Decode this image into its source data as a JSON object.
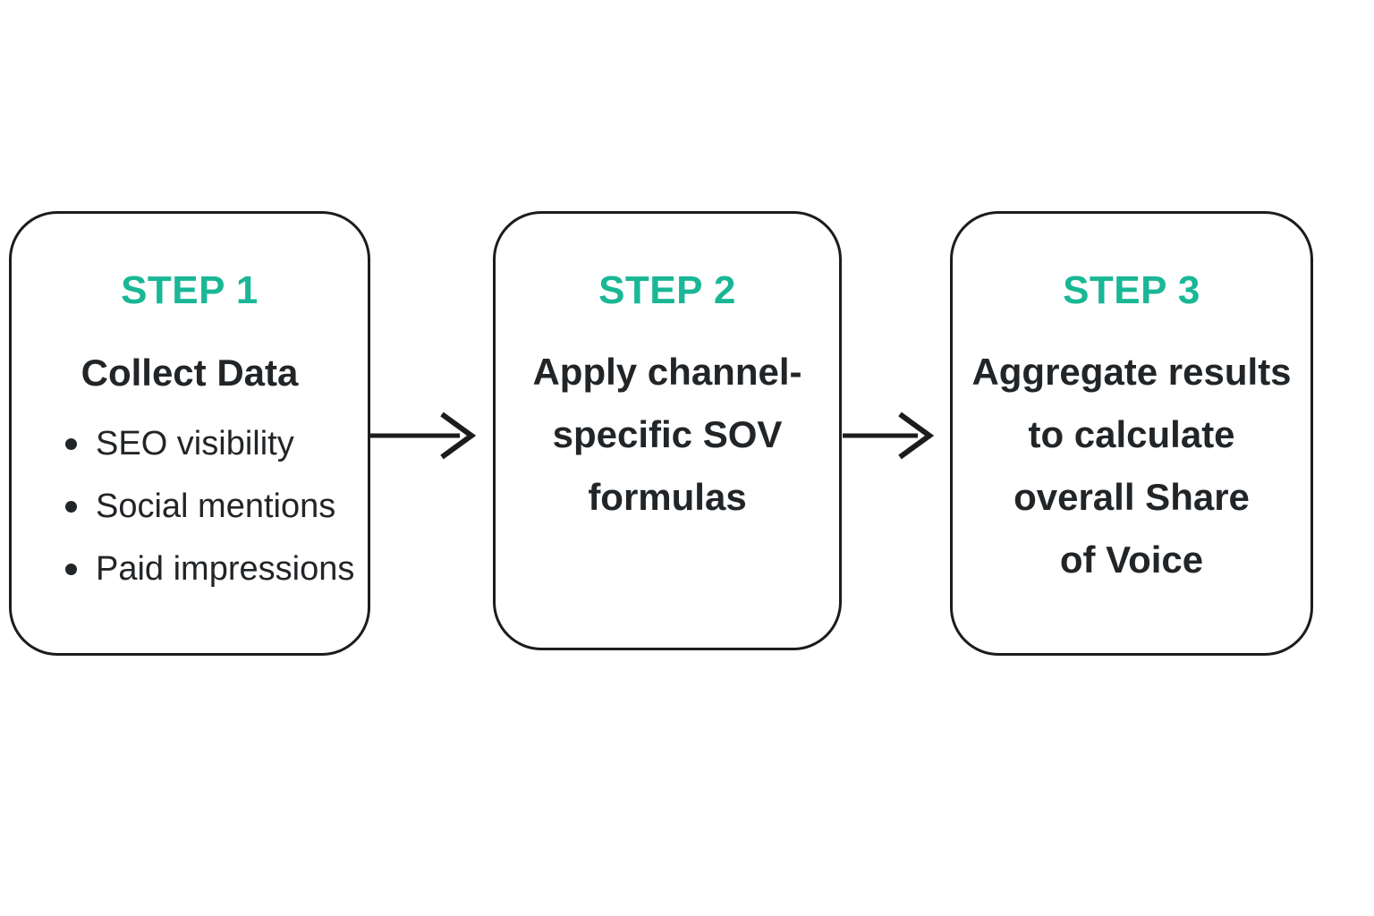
{
  "colors": {
    "accent": "#19b795",
    "text": "#222528",
    "line": "#1c1c1e",
    "background": "#ffffff"
  },
  "steps": [
    {
      "label": "STEP 1",
      "title": "Collect Data",
      "bullets": [
        "SEO visibility",
        "Social mentions",
        "Paid impressions"
      ]
    },
    {
      "label": "STEP 2",
      "lines": [
        "Apply channel-",
        "specific SOV",
        "formulas"
      ]
    },
    {
      "label": "STEP 3",
      "lines": [
        "Aggregate results",
        "to calculate",
        "overall Share",
        "of Voice"
      ]
    }
  ]
}
